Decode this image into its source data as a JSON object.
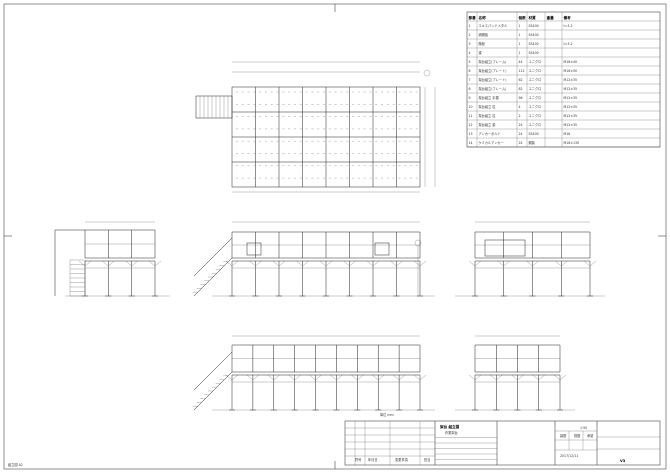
{
  "parts_table": {
    "headers": [
      "部番",
      "名称",
      "個数",
      "材質",
      "重量",
      "備考"
    ],
    "rows": [
      [
        "1",
        "エキスパンドメタル",
        "1",
        "SS400",
        "",
        "t=3.2"
      ],
      [
        "2",
        "縞鋼板",
        "1",
        "SS400",
        "",
        ""
      ],
      [
        "3",
        "階段",
        "1",
        "SS400",
        "",
        "t=3.2"
      ],
      [
        "4",
        "梁",
        "1",
        "SS400",
        "",
        ""
      ],
      [
        "5",
        "架台組立(フレーム)",
        "44",
        "ユニクロ",
        "",
        "M16×40"
      ],
      [
        "6",
        "架台組立(プレート)",
        "112",
        "ユニクロ",
        "",
        "M16×50"
      ],
      [
        "7",
        "架台組立(プレート)",
        "62",
        "ユニクロ",
        "",
        "M12×35"
      ],
      [
        "8",
        "架台組立(フレーム)",
        "62",
        "ユニクロ",
        "",
        "M12×35"
      ],
      [
        "9",
        "架台組立 手摺",
        "96",
        "ユニクロ",
        "",
        "M12×35"
      ],
      [
        "10",
        "架台組立 柱",
        "4",
        "ユニクロ",
        "",
        "M12×35"
      ],
      [
        "11",
        "架台組立 柱",
        "2",
        "ユニクロ",
        "",
        "M12×35"
      ],
      [
        "12",
        "架台組立 梁",
        "24",
        "ユニクロ",
        "",
        "M12×35"
      ],
      [
        "13",
        "アンカーボルト",
        "24",
        "SS400",
        "",
        "M16"
      ],
      [
        "14",
        "ケミカルアンカー",
        "24",
        "鋼製",
        "",
        "M16×130"
      ]
    ]
  },
  "title_block": {
    "title": "架台 組立図",
    "subtitle": "作業架台",
    "scale": "1:50",
    "drawn_label": "製図",
    "checked_label": "検図",
    "approved_label": "承認",
    "date": "2017/12/11",
    "drawing_no": "V3",
    "revision_header": [
      "符号",
      "年月日",
      "変更事項",
      "担当"
    ]
  },
  "labels": {
    "units": "単位 mm",
    "corner_note": "組立図 A2"
  }
}
